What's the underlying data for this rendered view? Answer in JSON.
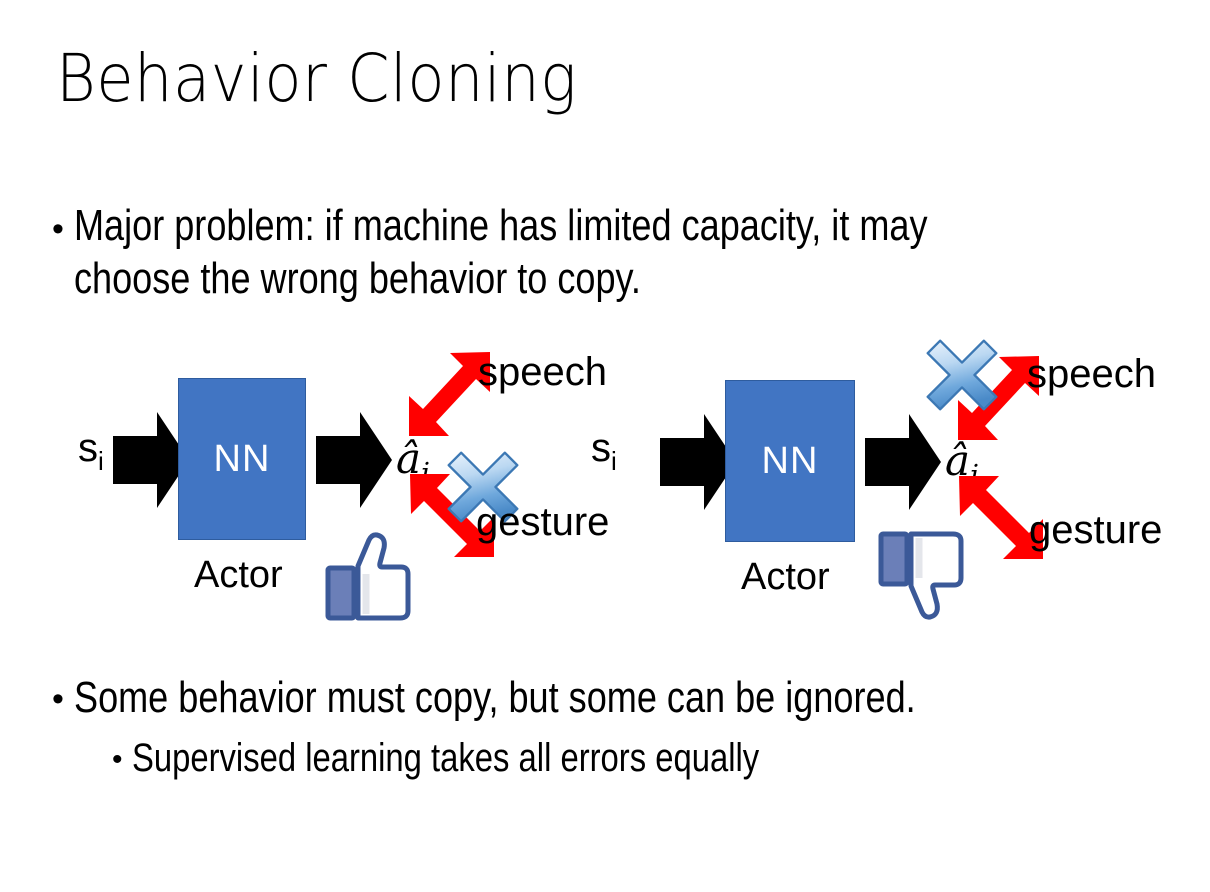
{
  "slide": {
    "title": "Behavior Cloning",
    "background_color": "#FFFFFF",
    "text_color": "#000000"
  },
  "bullets": [
    {
      "marker": "•",
      "level": 1,
      "text": "Major problem: if machine has limited capacity, it may choose the wrong behavior to copy."
    },
    {
      "marker": "•",
      "level": 1,
      "text": "Some behavior must copy, but some can be ignored."
    },
    {
      "marker": "•",
      "level": 2,
      "text": "Supervised learning takes all errors equally"
    }
  ],
  "diagram": {
    "accent_colors": {
      "nn_box_fill": "#4175C3",
      "nn_box_border": "#2E5C9E",
      "arrow_black": "#000000",
      "arrow_red": "#FF0000",
      "cross_blue_light": "#CFE2F7",
      "cross_blue_mid": "#5B9BD5",
      "cross_blue_edge": "#3C78B4",
      "thumb_outline": "#3B5998",
      "thumb_cuff": "#6B7FB8",
      "thumb_fill": "#FFFFFF"
    },
    "panels": [
      {
        "id": "left",
        "state_label": "s",
        "state_subscript": "i",
        "input_arrow": "block-arrow-right-icon",
        "box_label": "NN",
        "box_caption": "Actor",
        "output_arrow": "block-arrow-right-icon",
        "action_label": "â",
        "action_subscript": "i",
        "branches": [
          {
            "label": "speech",
            "direction": "up-right",
            "crossed_out": false
          },
          {
            "label": "gesture",
            "direction": "down-right",
            "crossed_out": true
          }
        ],
        "feedback_icon": "thumbs-up-icon",
        "feedback_value": "positive"
      },
      {
        "id": "right",
        "state_label": "s",
        "state_subscript": "i",
        "input_arrow": "block-arrow-right-icon",
        "box_label": "NN",
        "box_caption": "Actor",
        "output_arrow": "block-arrow-right-icon",
        "action_label": "â",
        "action_subscript": "i",
        "branches": [
          {
            "label": "speech",
            "direction": "up-right",
            "crossed_out": true
          },
          {
            "label": "gesture",
            "direction": "down-right",
            "crossed_out": false
          }
        ],
        "feedback_icon": "thumbs-down-icon",
        "feedback_value": "negative"
      }
    ]
  }
}
